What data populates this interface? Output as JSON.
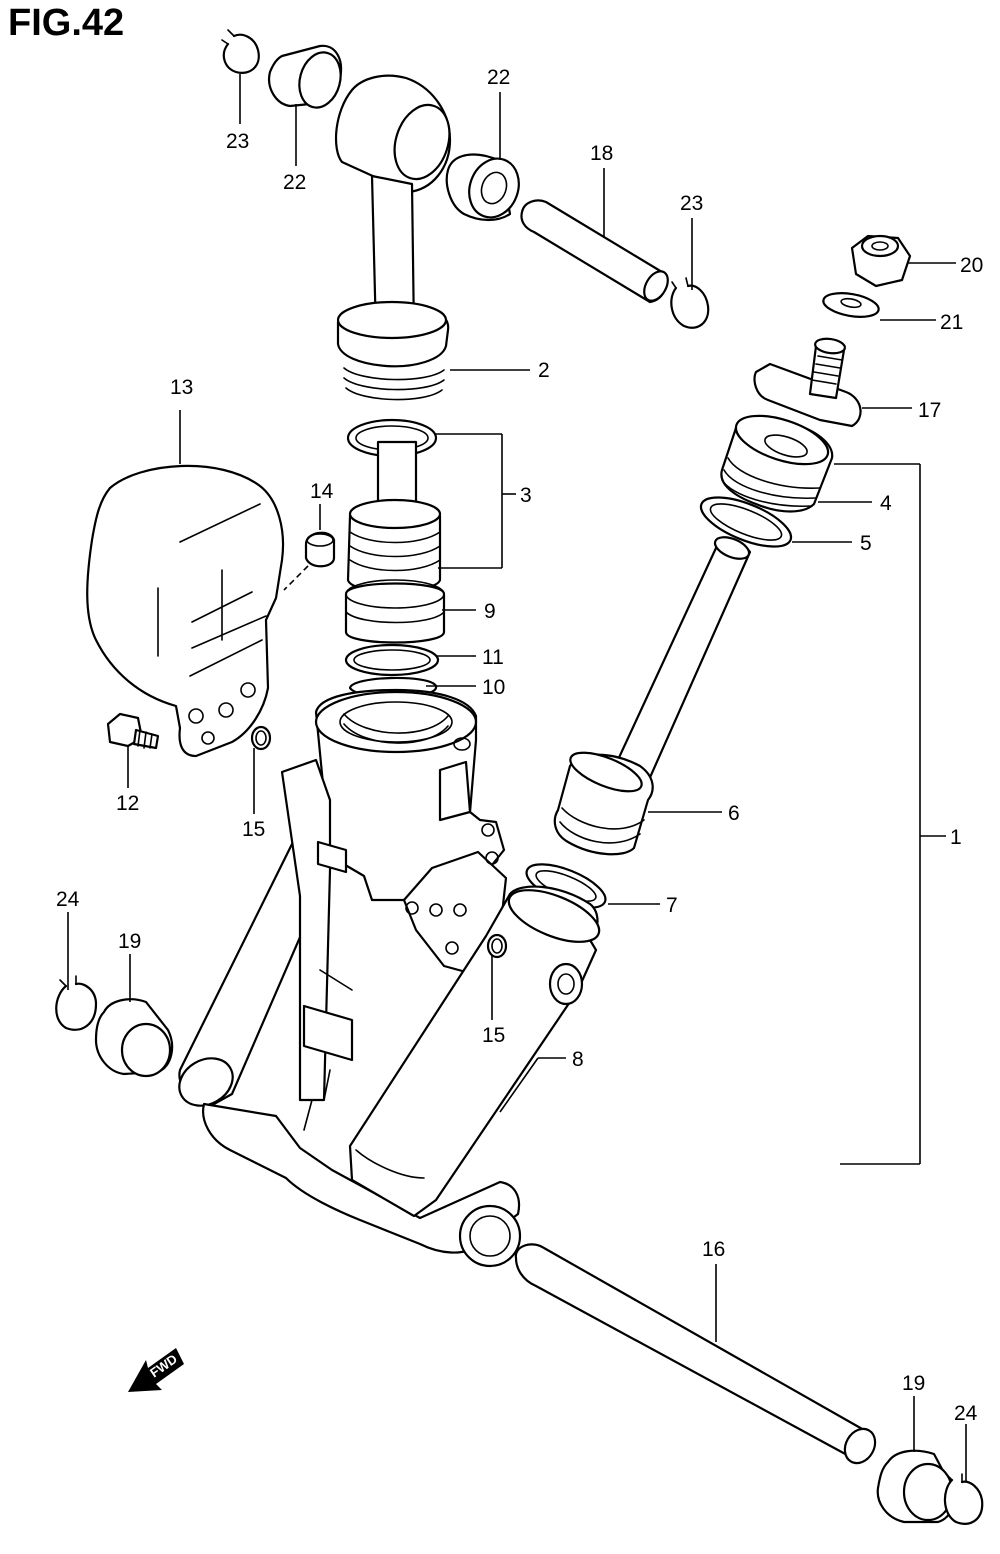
{
  "figure": {
    "title": "FIG.42"
  },
  "direction_marker": {
    "text": "FWD"
  },
  "callouts": {
    "p1": "1",
    "p2": "2",
    "p3": "3",
    "p4": "4",
    "p5": "5",
    "p6": "6",
    "p7": "7",
    "p8": "8",
    "p9": "9",
    "p10": "10",
    "p11": "11",
    "p12": "12",
    "p13": "13",
    "p14": "14",
    "p15a": "15",
    "p15b": "15",
    "p16": "16",
    "p17": "17",
    "p18": "18",
    "p19a": "19",
    "p19b": "19",
    "p20": "20",
    "p21": "21",
    "p22a": "22",
    "p22b": "22",
    "p23a": "23",
    "p23b": "23",
    "p24a": "24",
    "p24b": "24"
  }
}
